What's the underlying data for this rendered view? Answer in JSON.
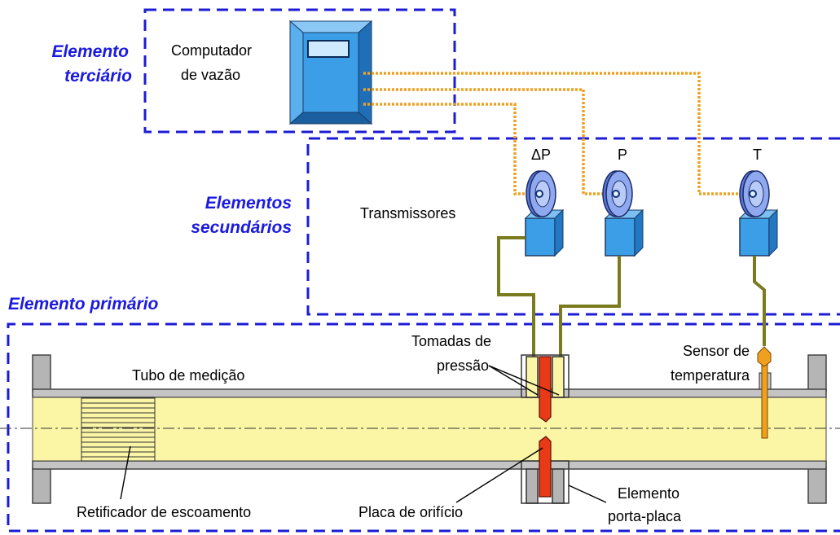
{
  "colors": {
    "region_border": "#1c1cd6",
    "section_title": "#1a1ae0",
    "device_blue": "#3d9ee8",
    "signal_wire": "#f0a020",
    "impulse_line": "#7a7a1e",
    "pipe_fill": "#fbf5a6",
    "orifice_red": "#e83a16"
  },
  "sections": {
    "tertiary": "Elemento terciário",
    "tertiary_line1": "Elemento",
    "tertiary_line2": "terciário",
    "secondary": "Elementos secundários",
    "secondary_line1": "Elementos",
    "secondary_line2": "secundários",
    "primary": "Elemento primário"
  },
  "labels": {
    "computer_line1": "Computador",
    "computer_line2": "de vazão",
    "transmitters": "Transmissores",
    "dp": "ΔP",
    "p": "P",
    "t": "T",
    "pipe": "Tubo de medição",
    "taps_line1": "Tomadas de",
    "taps_line2": "pressão",
    "sensor_line1": "Sensor de",
    "sensor_line2": "temperatura",
    "straightener": "Retificador de escoamento",
    "orifice_plate": "Placa de orifício",
    "holder_line1": "Elemento",
    "holder_line2": "porta-placa"
  }
}
